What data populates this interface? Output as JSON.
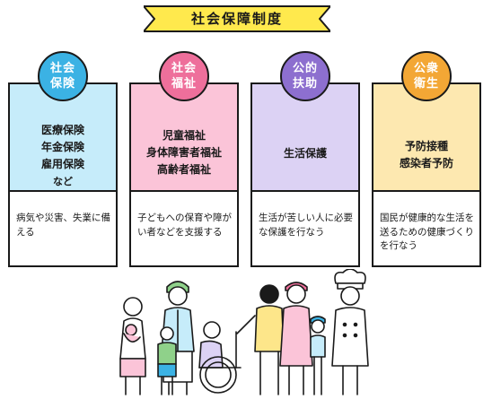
{
  "title": "社会保障制度",
  "colors": {
    "banner": "#ffe94d",
    "blue_light": "#c6ecfa",
    "blue": "#3bb2e4",
    "pink_light": "#fbc4d8",
    "pink": "#ee6f9b",
    "purple_light": "#dcd2f4",
    "purple": "#8d6fcf",
    "yellow_light": "#fde8b0",
    "yellow": "#f3a735"
  },
  "categories": [
    {
      "line1": "社会",
      "line2": "保険",
      "items": [
        "医療保険",
        "年金保険",
        "雇用保険",
        "など"
      ],
      "description": "病気や災害、失業に備える"
    },
    {
      "line1": "社会",
      "line2": "福祉",
      "items": [
        "児童福祉",
        "身体障害者福祉",
        "高齢者福祉"
      ],
      "description": "子どもへの保育や障がい者などを支援する"
    },
    {
      "line1": "公的",
      "line2": "扶助",
      "items": [
        "生活保護"
      ],
      "description": "生活が苦しい人に必要な保護を行なう"
    },
    {
      "line1": "公衆",
      "line2": "衛生",
      "items": [
        "予防接種",
        "感染者予防"
      ],
      "description": "国民が健康的な生活を送るための健康づくりを行なう"
    }
  ]
}
